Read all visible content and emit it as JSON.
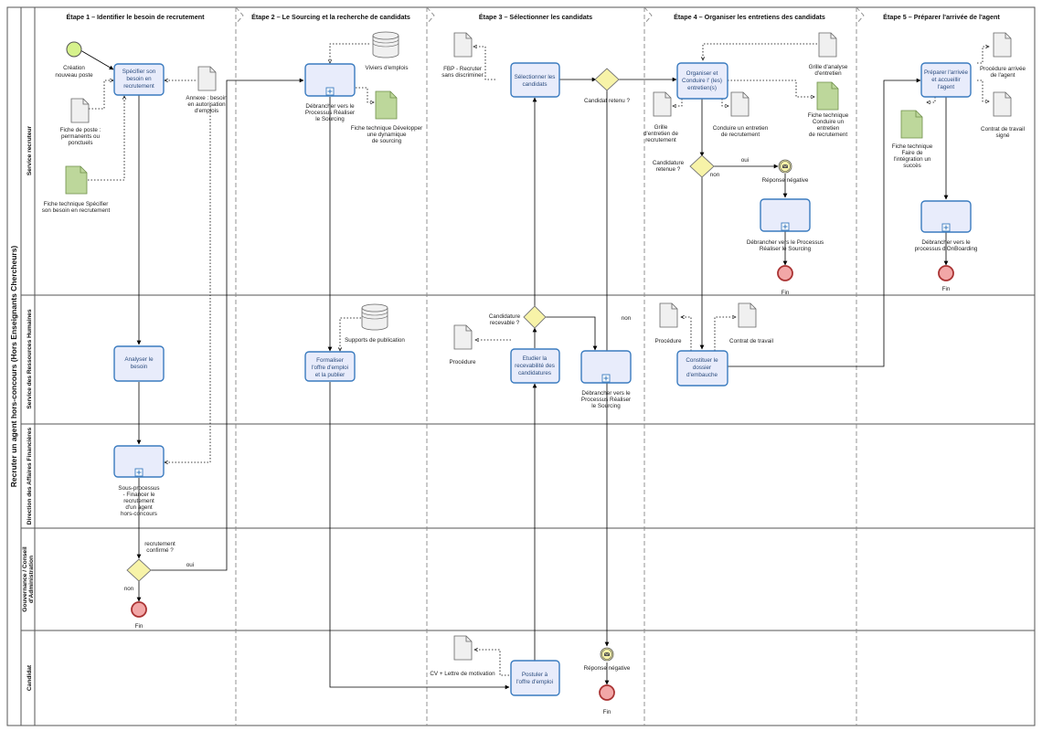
{
  "pool_title": "Recruter un agent hors-concours (Hors Enseignants Chercheurs)",
  "stages": [
    "Étape 1 – Identifier le besoin de recrutement",
    "Étape 2 – Le Sourcing et la recherche de candidats",
    "Étape 3 – Sélectionner les candidats",
    "Étape 4 – Organiser les entretiens des candidats",
    "Étape 5 – Préparer l'arrivée de l'agent"
  ],
  "lanes": [
    [
      "Service recruteur"
    ],
    [
      "Service des Ressources Humaines"
    ],
    [
      "Direction des Affaires Financières"
    ],
    [
      "Gouvernance / Conseil",
      "d'Administration"
    ],
    [
      "Candidat"
    ]
  ],
  "tasks": {
    "specifier": [
      "Spécifier son",
      "besoin en",
      "recrutement"
    ],
    "analyser": [
      "Analyser le",
      "besoin"
    ],
    "sous_processus": [
      "Sous-processus",
      "- Financer le",
      "recrutement",
      "d'un agent",
      "hors-concours"
    ],
    "debrancher_sourcing_1": [
      "Débrancher vers le",
      "Processus Réaliser",
      "le Sourcing"
    ],
    "formaliser": [
      "Formaliser",
      "l'offre d'emploi",
      "et la publier"
    ],
    "selectionner": [
      "Sélectionner les",
      "candidats"
    ],
    "etudier": [
      "Etudier la",
      "recevabilité des",
      "candidatures"
    ],
    "debrancher_sourcing_2": [
      "Débrancher vers le",
      "Processus Réaliser",
      "le Sourcing"
    ],
    "postuler": [
      "Postuler à",
      "l'offre d'emploi"
    ],
    "organiser": [
      "Organiser et",
      "Conduire l' (les)",
      "entretien(s)"
    ],
    "debrancher_sourcing_3": [
      "Débrancher vers le Processus",
      "Réaliser le Sourcing"
    ],
    "constituer": [
      "Constituer le",
      "dossier",
      "d'embauche"
    ],
    "preparer": [
      "Préparer l'arrivée",
      "et accueillir",
      "l'agent"
    ],
    "onboarding": [
      "Débrancher vers le",
      "processus d'OnBoarding"
    ]
  },
  "events": {
    "start": [
      "Création",
      "nouveau poste"
    ],
    "end": "Fin",
    "reponse_negative": "Réponse négative"
  },
  "gateways": {
    "recrutement_confirme": [
      "recrutement",
      "confirmé ?"
    ],
    "candidat_retenu": "Candidat retenu ?",
    "candidature_recevable": [
      "Candidature",
      "recevable ?"
    ],
    "candidature_retenue": [
      "Candidature",
      "retenue ?"
    ]
  },
  "flow_labels": {
    "oui": "oui",
    "non": "non"
  },
  "documents": {
    "fiche_poste": [
      "Fiche de poste :",
      "permanents ou",
      "ponctuels"
    ],
    "fiche_technique_specifier": [
      "Fiche technique Spécifier",
      "son besoin en recrutement"
    ],
    "annexe": [
      "Annexe : besoin",
      "en autorisation",
      "d'emplois"
    ],
    "fiche_technique_sourcing": [
      "Fiche technique Développer",
      "une dynamique",
      "de sourcing"
    ],
    "fbp": [
      "FBP - Recruter",
      "sans discriminer"
    ],
    "procedure": "Procédure",
    "cv": "CV + Lettre de motivation",
    "grille_analyse": [
      "Grille d'analyse",
      "d'entretien"
    ],
    "grille_entretien": [
      "Grille",
      "d'entretien de",
      "recrutement"
    ],
    "conduire_entretien": [
      "Conduire un entretien",
      "de recrutement"
    ],
    "fiche_technique_entretien": [
      "Fiche technique",
      "Conduire un",
      "entretien",
      "de recrutement"
    ],
    "contrat_travail": "Contrat de travail",
    "fiche_technique_integration": [
      "Fiche technique",
      "Faire de",
      "l'intégration un",
      "succès"
    ],
    "procedure_arrivee": [
      "Procédure arrivée",
      "de l'agent"
    ],
    "contrat_signe": [
      "Contrat de travail",
      "signé"
    ]
  },
  "data_stores": {
    "viviers": "Viviers d'emplois",
    "supports": "Supports de publication"
  },
  "colors": {
    "task_fill": "#e8ecfb",
    "task_stroke": "#3a7bbf",
    "gateway_fill": "#f7f3a8",
    "start_fill": "#d6f28c",
    "end_fill": "#f2a7a7",
    "doc_green": "#bdd79b"
  }
}
